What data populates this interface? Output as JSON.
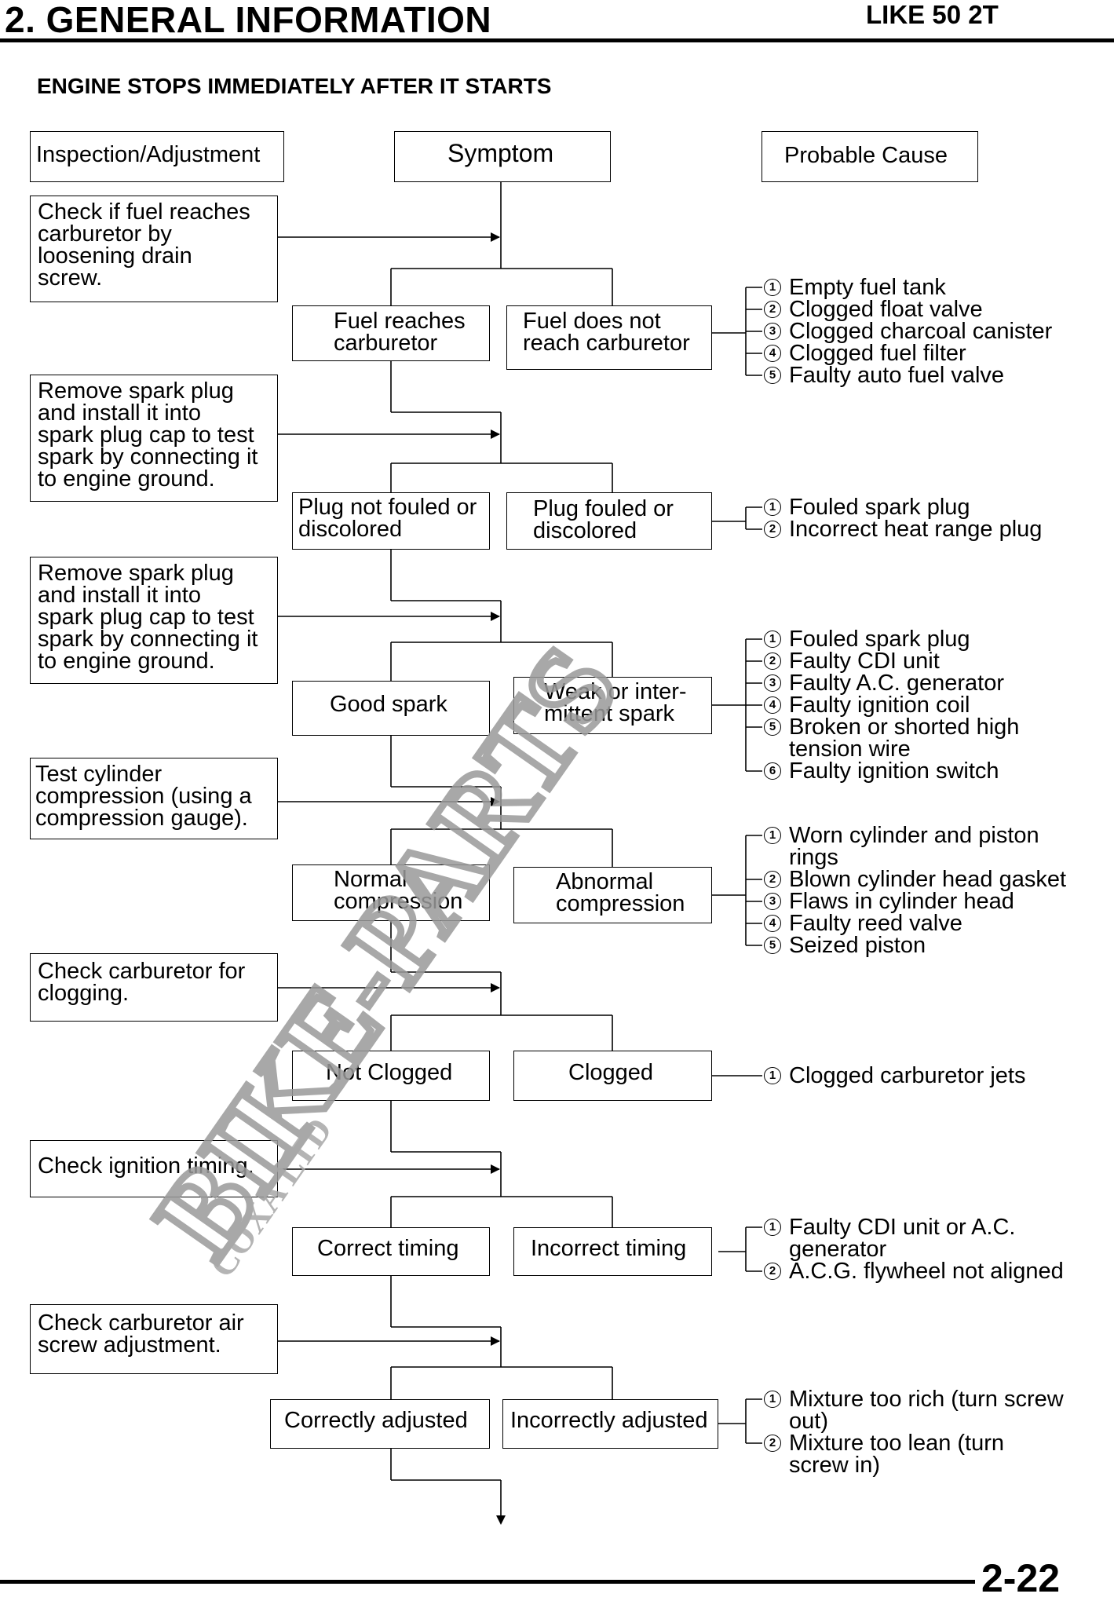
{
  "header": {
    "section_title": "2. GENERAL INFORMATION",
    "model": "LIKE 50 2T"
  },
  "subtitle": "ENGINE STOPS IMMEDIATELY AFTER IT STARTS",
  "page_number": "2-22",
  "columns": {
    "left": "Inspection/Adjustment",
    "middle": "Symptom",
    "right": "Probable Cause"
  },
  "watermark": {
    "main": "BIKE-PARTS",
    "sub": "COXA LTD"
  },
  "inspections": [
    "Check if fuel reaches\ncarburetor by\nloosening drain\nscrew.",
    "Remove spark plug\nand install it into\nspark plug cap to test\nspark by connecting it\nto engine ground.",
    "Remove spark plug\nand install it into\nspark plug cap to test\nspark by connecting it\nto engine ground.",
    "Test cylinder\ncompression (using a\ncompression gauge).",
    "Check carburetor for\nclogging.",
    "Check ignition timing.",
    "Check carburetor air\nscrew adjustment."
  ],
  "results": [
    {
      "ok": "Fuel reaches\ncarburetor",
      "bad": "Fuel does not\nreach carburetor"
    },
    {
      "ok": "Plug not fouled or\ndiscolored",
      "bad": "Plug fouled or\ndiscolored"
    },
    {
      "ok": "Good spark",
      "bad": "Weak or inter-\nmittent spark"
    },
    {
      "ok": "Normal\ncompression",
      "bad": "Abnormal\ncompression"
    },
    {
      "ok": "Not Clogged",
      "bad": "Clogged"
    },
    {
      "ok": "Correct timing",
      "bad": "Incorrect timing"
    },
    {
      "ok": "Correctly adjusted",
      "bad": "Incorrectly adjusted"
    }
  ],
  "causes": [
    [
      {
        "n": "1",
        "text": "Empty fuel tank"
      },
      {
        "n": "2",
        "text": "Clogged float valve"
      },
      {
        "n": "3",
        "text": "Clogged charcoal canister"
      },
      {
        "n": "4",
        "text": "Clogged fuel filter"
      },
      {
        "n": "5",
        "text": "Faulty auto fuel valve"
      }
    ],
    [
      {
        "n": "1",
        "text": "Fouled spark plug"
      },
      {
        "n": "2",
        "text": "Incorrect heat range plug"
      }
    ],
    [
      {
        "n": "1",
        "text": "Fouled spark plug"
      },
      {
        "n": "2",
        "text": "Faulty CDI unit"
      },
      {
        "n": "3",
        "text": "Faulty A.C. generator"
      },
      {
        "n": "4",
        "text": "Faulty ignition coil"
      },
      {
        "n": "5",
        "text": "Broken or shorted high\ntension wire"
      },
      {
        "n": "6",
        "text": "Faulty ignition switch"
      }
    ],
    [
      {
        "n": "1",
        "text": "Worn cylinder and piston\nrings"
      },
      {
        "n": "2",
        "text": "Blown cylinder head gasket"
      },
      {
        "n": "3",
        "text": "Flaws in cylinder head"
      },
      {
        "n": "4",
        "text": "Faulty reed valve"
      },
      {
        "n": "5",
        "text": "Seized piston"
      }
    ],
    [
      {
        "n": "1",
        "text": "Clogged carburetor jets"
      }
    ],
    [
      {
        "n": "1",
        "text": "Faulty CDI unit or A.C.\ngenerator"
      },
      {
        "n": "2",
        "text": "A.C.G. flywheel not aligned"
      }
    ],
    [
      {
        "n": "1",
        "text": "Mixture too rich (turn screw\nout)"
      },
      {
        "n": "2",
        "text": "Mixture too lean (turn\nscrew in)"
      }
    ]
  ]
}
